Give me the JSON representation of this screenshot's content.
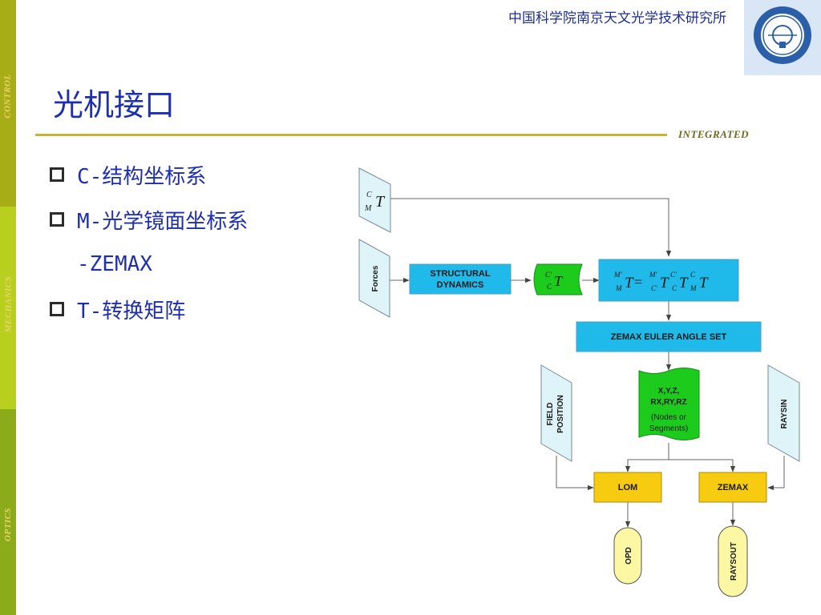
{
  "header": {
    "institute": "中国科学院南京天文光学技术研究所"
  },
  "title": "光机接口",
  "tag": "INTEGRATED",
  "sidebar": {
    "labels": [
      "CONTROL",
      "MECHANICS",
      "OPTICS"
    ]
  },
  "bullets": {
    "b1": "C-结构坐标系",
    "b2": "M-光学镜面坐标系",
    "b2_cont": "-ZEMAX",
    "b3": "T-转换矩阵"
  },
  "diagram": {
    "cmt": {
      "sup": "C",
      "sub": "M",
      "sym": "T"
    },
    "forces": "Forces",
    "structural": [
      "STRUCTURAL",
      "DYNAMICS"
    ],
    "cct": {
      "sup": "C'",
      "sub": "C",
      "sym": "T"
    },
    "formula": {
      "t1": {
        "sup": "M'",
        "sub": "M"
      },
      "eq": "=",
      "t2": {
        "sup": "M'",
        "sub": "C'"
      },
      "t3": {
        "sup": "C'",
        "sub": "C"
      },
      "t4": {
        "sup": "C",
        "sub": "M"
      },
      "sym": "T"
    },
    "euler": "ZEMAX EULER ANGLE SET",
    "field": [
      "FIELD",
      "POSITION"
    ],
    "nodes": [
      "X,Y,Z,",
      "RX,RY,RZ",
      "(Nodes or",
      "Segments)"
    ],
    "raysin": "RAYSIN",
    "lom": "LOM",
    "zemax": "ZEMAX",
    "opd": "OPD",
    "raysout": "RAYSOUT"
  },
  "colors": {
    "title": "#1d2fb0",
    "institute": "#1d2f8f",
    "rule": "#c7b437",
    "sidebar": [
      "#a7ad17",
      "#b9cf1e",
      "#8cab1a"
    ],
    "cyan_box": "#1fb9ea",
    "parallelogram": "#def4f8",
    "yellow_box": "#f7cb0f",
    "green_doc": "#1ccb1c",
    "terminal": "#fbf7a2"
  }
}
